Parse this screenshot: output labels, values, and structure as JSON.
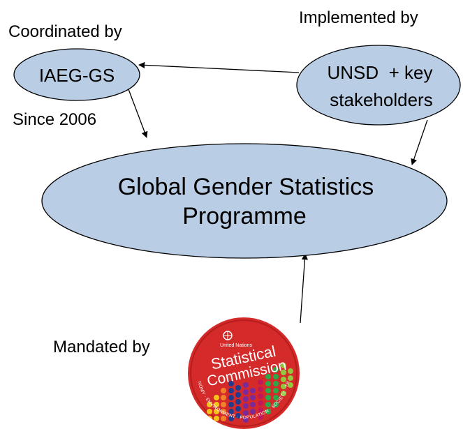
{
  "labels": {
    "coordinated_by": "Coordinated by",
    "implemented_by": "Implemented by",
    "since": "Since 2006",
    "mandated_by": "Mandated by"
  },
  "nodes": {
    "iaeg": "IAEG-GS",
    "unsd_line1": "UNSD  + key",
    "unsd_line2": "stakeholders",
    "programme_line1": "Global Gender Statistics",
    "programme_line2": "Programme"
  },
  "logo": {
    "org": "United Nations",
    "title_line1": "Statistical",
    "title_line2": "Commission",
    "rim_text": "ECONOMY · ENVIRONMENT · POPULATION · SOCIETY · TRADE"
  },
  "colors": {
    "node_fill": "#b9cde5",
    "node_stroke": "#000000",
    "logo_red": "#d42a2a"
  }
}
